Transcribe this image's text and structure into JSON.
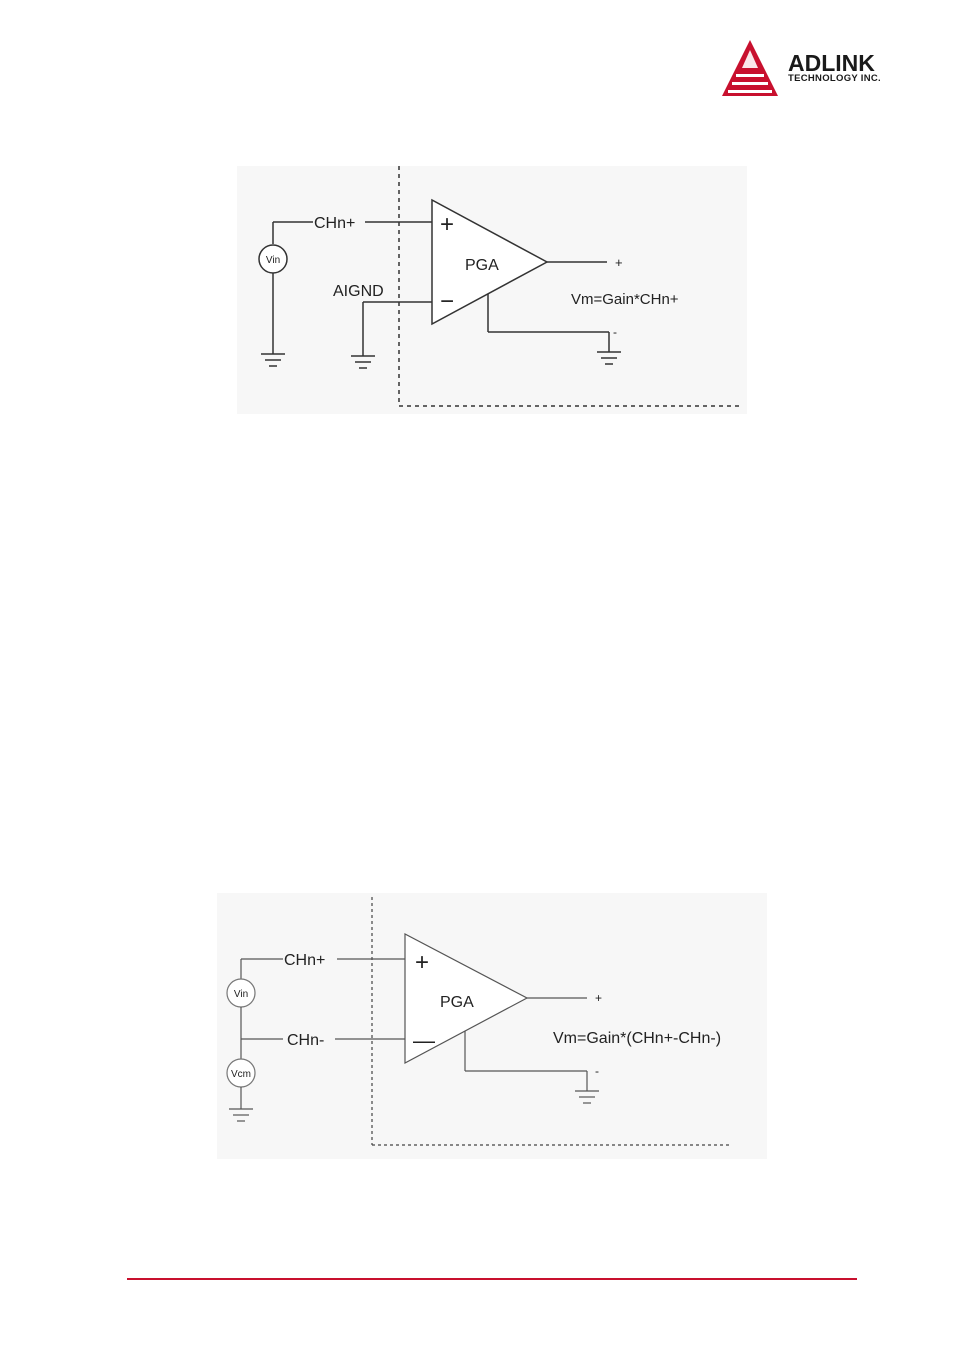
{
  "header": {
    "brand_name": "ADLINK",
    "brand_tagline": "TECHNOLOGY INC.",
    "brand_color": "#c8102e"
  },
  "figure_single_ended": {
    "amp_label": "PGA",
    "pos_input_sign": "+",
    "neg_input_sign": "−",
    "source_label": "Vin",
    "pos_input_label": "CHn+",
    "neg_input_label": "AIGND",
    "output_pos": "+",
    "output_neg": "-",
    "formula": "Vm=Gain*CHn+"
  },
  "figure_differential": {
    "amp_label": "PGA",
    "pos_input_sign": "+",
    "neg_input_sign": "—",
    "source_label": "Vin",
    "common_mode_label": "Vcm",
    "pos_input_label": "CHn+",
    "neg_input_label": "CHn-",
    "output_pos": "+",
    "output_neg": "-",
    "formula": "Vm=Gain*(CHn+-CHn-)"
  },
  "footer": {
    "rule_color": "#c8102e"
  }
}
